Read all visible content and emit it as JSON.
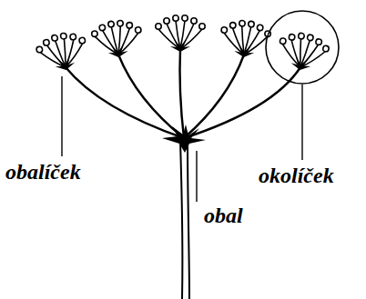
{
  "diagram": {
    "labels": [
      "obalíček",
      "okolíček",
      "obal"
    ]
  }
}
